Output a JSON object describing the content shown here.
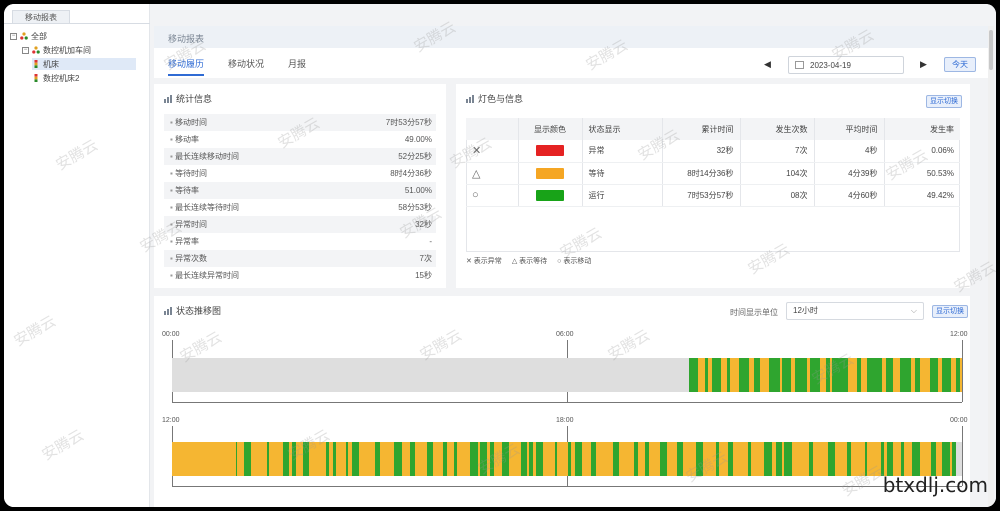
{
  "left_panel": {
    "tab": "移动报表",
    "tree": [
      {
        "label": "全部",
        "level": 0
      },
      {
        "label": "数控机加车间",
        "level": 1
      },
      {
        "label": "机床",
        "level": 2
      },
      {
        "label": "数控机床2",
        "level": 2
      }
    ]
  },
  "header": {
    "breadcrumb": "移动报表",
    "tabs": [
      "移动履历",
      "移动状况",
      "月报"
    ],
    "date": "2023-04-19",
    "today_label": "今天",
    "prev_symbol": "◀",
    "next_symbol": "▶"
  },
  "stats": {
    "title": "统计信息",
    "rows": [
      {
        "label": "移动时间",
        "value": "7时53分57秒"
      },
      {
        "label": "移动率",
        "value": "49.00%"
      },
      {
        "label": "最长连续移动时间",
        "value": "52分25秒"
      },
      {
        "label": "等待时间",
        "value": "8时4分36秒"
      },
      {
        "label": "等待率",
        "value": "51.00%"
      },
      {
        "label": "最长连续等待时间",
        "value": "58分53秒"
      },
      {
        "label": "异常时间",
        "value": "32秒"
      },
      {
        "label": "异常率",
        "value": "-"
      },
      {
        "label": "异常次数",
        "value": "7次"
      },
      {
        "label": "最长连续异常时间",
        "value": "15秒"
      }
    ]
  },
  "legend_card": {
    "title": "灯色与信息",
    "button": "显示切换",
    "headers": [
      "",
      "显示颜色",
      "状态显示",
      "累计时间",
      "发生次数",
      "平均时间",
      "发生率"
    ],
    "rows": [
      {
        "symbol": "✕",
        "color": "#e52222",
        "status": "异常",
        "total": "32秒",
        "count": "7次",
        "avg": "4秒",
        "rate": "0.06%"
      },
      {
        "symbol": "△",
        "color": "#f5a623",
        "status": "等待",
        "total": "8时14分36秒",
        "count": "104次",
        "avg": "4分39秒",
        "rate": "50.53%"
      },
      {
        "symbol": "○",
        "color": "#18a318",
        "status": "运行",
        "total": "7时53分57秒",
        "count": "08次",
        "avg": "4分60秒",
        "rate": "49.42%"
      }
    ],
    "key": [
      "✕ 表示异常",
      "△ 表示等待",
      "○ 表示移动"
    ]
  },
  "trend": {
    "title": "状态推移图",
    "unit_label": "时间显示单位",
    "unit_value": "12小时",
    "button": "显示切换",
    "row1_ticks": [
      "00:00",
      "06:00",
      "12:00"
    ],
    "row2_ticks": [
      "12:00",
      "18:00",
      "00:00"
    ],
    "colors": {
      "idle": "#dedede",
      "wait": "#f5b632",
      "run": "#2fa52f"
    }
  },
  "watermark_text": "安腾云",
  "brand": "btxdlj.com"
}
